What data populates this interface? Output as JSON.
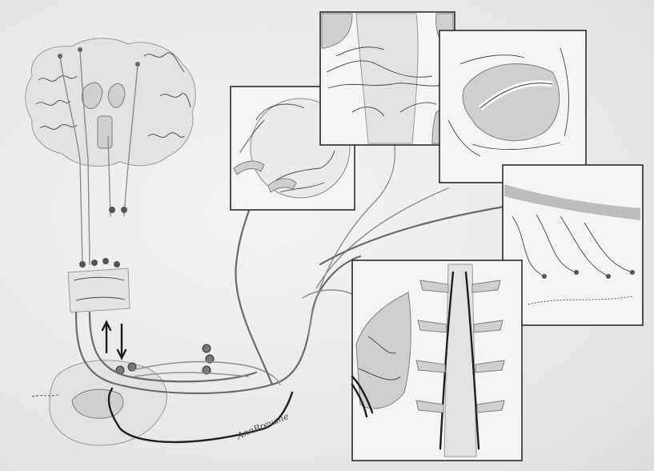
{
  "illustration": {
    "style": "monochrome pencil medical illustration",
    "palette": {
      "background": "#ececec",
      "frame": "#2a2a2a",
      "nerve": "#6a6a6a",
      "dark_nerve": "#1e1e1e",
      "tissue": "#cfcfcf"
    },
    "elements": [
      {
        "name": "brain-cross-section",
        "icon": "brain-icon"
      },
      {
        "name": "spinal-cord-segment",
        "icon": "spinal-cord-icon"
      },
      {
        "name": "dorsal-root-ganglion",
        "icon": "ganglion-icon"
      },
      {
        "name": "joint-capsule-panel",
        "icon": "joint-icon"
      },
      {
        "name": "vertebral-disc-panel",
        "icon": "disc-icon"
      },
      {
        "name": "facet-joint-panel",
        "icon": "facet-icon"
      },
      {
        "name": "skin-fascia-panel",
        "icon": "skin-icon"
      },
      {
        "name": "lumbar-spine-panel",
        "icon": "spine-icon"
      }
    ],
    "signature": "AnnBrevane"
  }
}
